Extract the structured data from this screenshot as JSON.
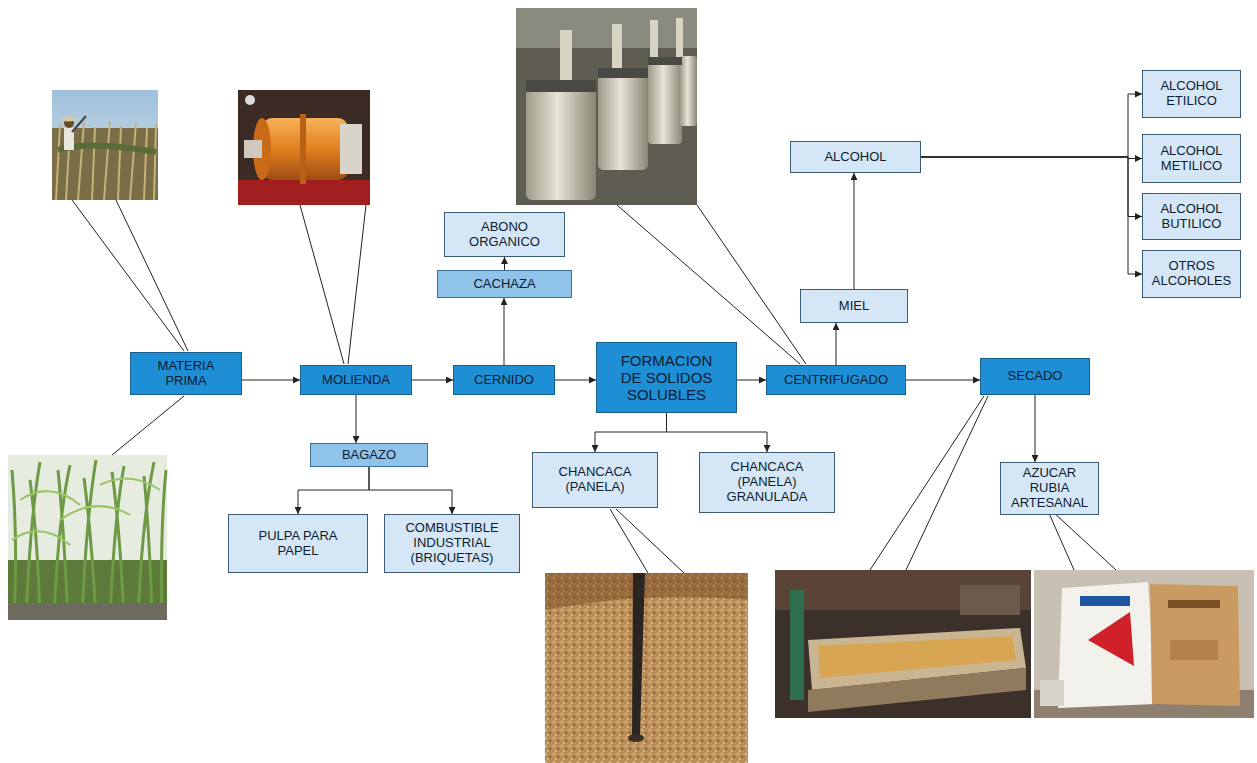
{
  "diagram": {
    "nodes": [
      {
        "text": [
          "MATERIA PRIMA"
        ]
      },
      {
        "text": [
          "MOLIENDA"
        ]
      },
      {
        "text": [
          "BAGAZO"
        ]
      },
      {
        "text": [
          "PULPA PARA PAPEL"
        ]
      },
      {
        "text": [
          "COMBUSTIBLE INDUSTRIAL (BRIQUETAS)"
        ]
      },
      {
        "text": [
          "CERNIDO"
        ]
      },
      {
        "text": [
          "CACHAZA"
        ]
      },
      {
        "text": [
          "ABONO ORGANICO"
        ]
      },
      {
        "text": [
          "FORMACION DE SOLIDOS SOLUBLES"
        ]
      },
      {
        "text": [
          "CHANCACA (PANELA)"
        ]
      },
      {
        "text": [
          "CHANCACA (PANELA) GRANULADA"
        ]
      },
      {
        "text": [
          "CENTRIFUGADO"
        ]
      },
      {
        "text": [
          "MIEL"
        ]
      },
      {
        "text": [
          "ALCOHOL"
        ]
      },
      {
        "text": [
          "ALCOHOL ETILICO"
        ]
      },
      {
        "text": [
          "ALCOHOL METILICO"
        ]
      },
      {
        "text": [
          "ALCOHOL BUTILICO"
        ]
      },
      {
        "text": [
          "OTROS ALCOHOLES"
        ]
      },
      {
        "text": [
          "SECADO"
        ]
      },
      {
        "text": [
          "AZUCAR RUBIA ARTESANAL"
        ]
      }
    ],
    "edges": [
      {
        "from": 0,
        "to": 1,
        "arrow": "to"
      },
      {
        "from": 1,
        "to": 5,
        "arrow": "to"
      },
      {
        "from": 5,
        "to": 8,
        "arrow": "to"
      },
      {
        "from": 8,
        "to": 11,
        "arrow": "to"
      },
      {
        "from": 11,
        "to": 18,
        "arrow": "to"
      },
      {
        "from": 1,
        "to": 2,
        "arrow": "to"
      },
      {
        "from": 2,
        "to": 3,
        "arrow": "to"
      },
      {
        "from": 2,
        "to": 4,
        "arrow": "to"
      },
      {
        "from": 5,
        "to": 6,
        "arrow": "to"
      },
      {
        "from": 6,
        "to": 7,
        "arrow": "to"
      },
      {
        "from": 8,
        "to": 9,
        "arrow": "to"
      },
      {
        "from": 8,
        "to": 10,
        "arrow": "to"
      },
      {
        "from": 11,
        "to": 12,
        "arrow": "to"
      },
      {
        "from": 12,
        "to": 13,
        "arrow": "to"
      },
      {
        "from": 13,
        "to": 14,
        "arrow": "to"
      },
      {
        "from": 13,
        "to": 15,
        "arrow": "to"
      },
      {
        "from": 13,
        "to": 16,
        "arrow": "to"
      },
      {
        "from": 13,
        "to": 17,
        "arrow": "to"
      },
      {
        "from": 18,
        "to": 19,
        "arrow": "to"
      }
    ]
  }
}
